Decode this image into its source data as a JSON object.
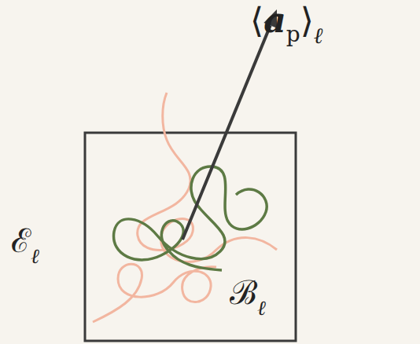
{
  "diagram": {
    "labels": [
      "⟨",
      "a",
      "p",
      "⟩",
      "ℓ",
      "ℰ",
      "ℓ",
      "ℬ",
      "ℓ"
    ]
  }
}
